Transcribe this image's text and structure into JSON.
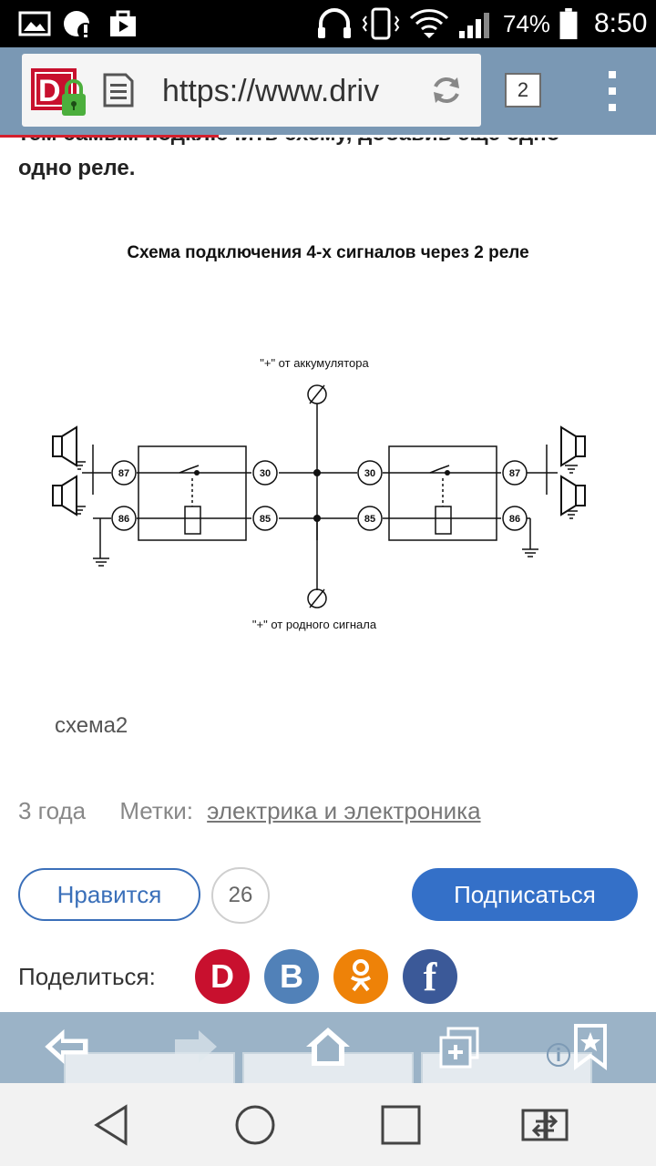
{
  "status": {
    "battery": "74%",
    "time": "8:50"
  },
  "browser": {
    "url": "https://www.driv",
    "tab_count": "2"
  },
  "article": {
    "cut_text": "тем самым подключить схему, добавив еще одно",
    "lead_text": "одно реле.",
    "caption": "схема2"
  },
  "diagram": {
    "title": "Схема подключения 4-х сигналов через 2 реле",
    "label_top": "\"+\" от аккумулятора",
    "label_bottom": "\"+\" от родного сигнала",
    "pins": {
      "p87": "87",
      "p86": "86",
      "p30": "30",
      "p85": "85"
    }
  },
  "meta": {
    "age": "3 года",
    "tags_label": "Метки:",
    "tag": "электрика и электроника"
  },
  "actions": {
    "like_label": "Нравится",
    "like_count": "26",
    "subscribe_label": "Подписаться"
  },
  "share": {
    "label": "Поделиться:",
    "d_letter": "D",
    "v_letter": "B",
    "f_letter": "f",
    "colors": {
      "drive2": "#c8102e",
      "vk": "#5181b8",
      "ok": "#ee8208",
      "fb": "#3b5998"
    }
  }
}
